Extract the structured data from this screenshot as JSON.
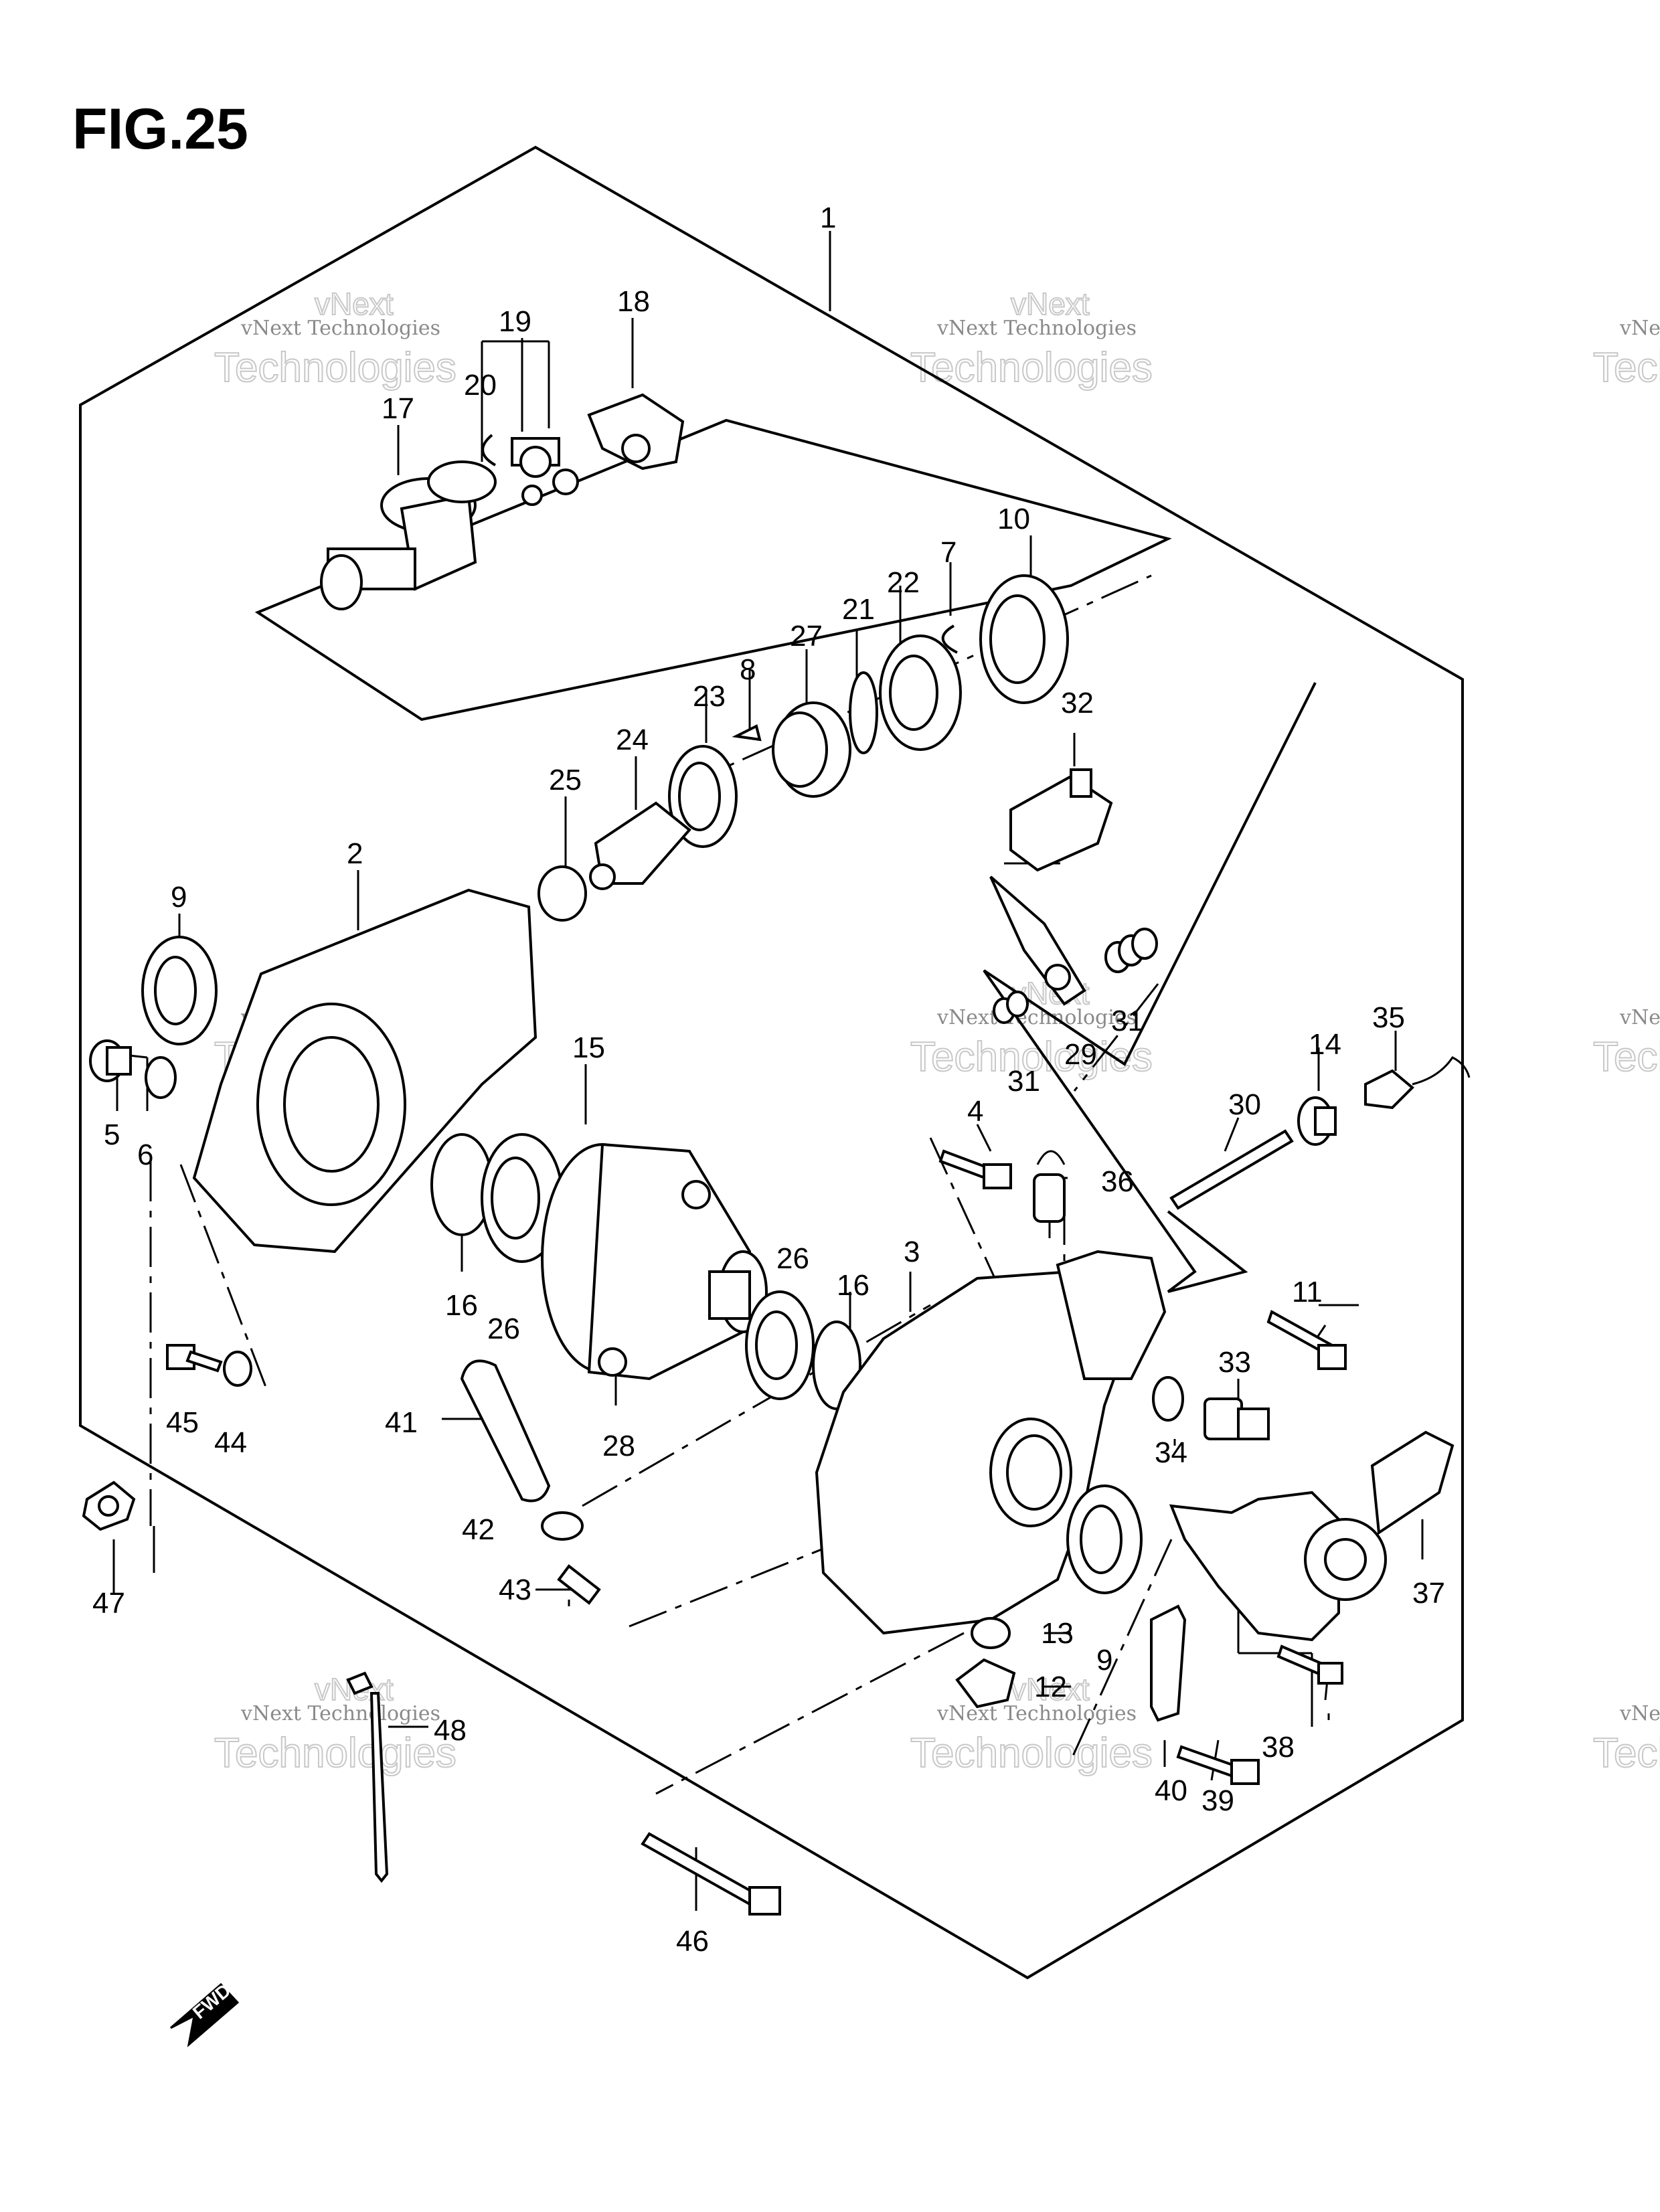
{
  "figure": {
    "title": "FIG.25"
  },
  "watermark": {
    "line1": "vNext Technologies",
    "line2": "vNext",
    "line3": "Technologies"
  },
  "fwd_label": "FWD",
  "parts": {
    "p1": "1",
    "p2": "2",
    "p3": "3",
    "p4": "4",
    "p5": "5",
    "p6": "6",
    "p7": "7",
    "p8": "8",
    "p9a": "9",
    "p9b": "9",
    "p10": "10",
    "p11": "11",
    "p12": "12",
    "p13": "13",
    "p14": "14",
    "p15": "15",
    "p16a": "16",
    "p16b": "16",
    "p17": "17",
    "p18": "18",
    "p19": "19",
    "p20": "20",
    "p21": "21",
    "p22": "22",
    "p23": "23",
    "p24": "24",
    "p25": "25",
    "p26a": "26",
    "p26b": "26",
    "p27": "27",
    "p28": "28",
    "p29": "29",
    "p30": "30",
    "p31a": "31",
    "p31b": "31",
    "p32": "32",
    "p33": "33",
    "p34": "34",
    "p35": "35",
    "p36": "36",
    "p37": "37",
    "p38": "38",
    "p39": "39",
    "p40": "40",
    "p41": "41",
    "p42": "42",
    "p43": "43",
    "p44": "44",
    "p45": "45",
    "p46": "46",
    "p47": "47",
    "p48": "48"
  }
}
